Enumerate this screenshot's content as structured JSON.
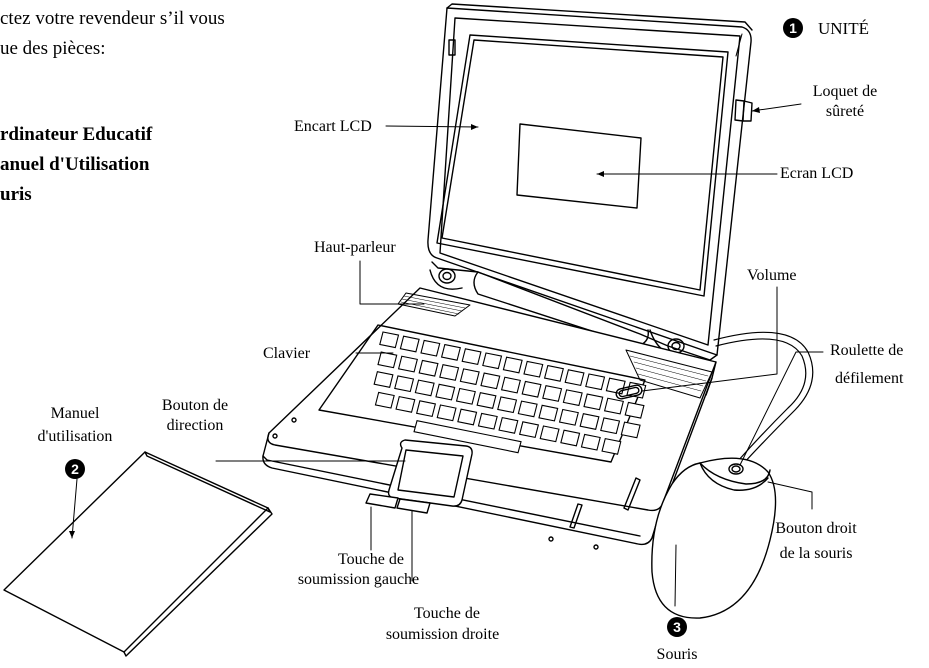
{
  "intro": {
    "line1": "ctez votre revendeur s’il vous",
    "line2": "ue des pièces:"
  },
  "contents": [
    "rdinateur Educatif",
    "anuel d'Utilisation",
    "uris"
  ],
  "badges": {
    "unit": "1",
    "manual": "2",
    "mouse": "3"
  },
  "labels": {
    "unit": "UNITÉ",
    "latch_1": "Loquet de",
    "latch_2": "sûreté",
    "lcd_insert": "Encart LCD",
    "lcd_screen": "Ecran LCD",
    "speaker": "Haut-parleur",
    "volume": "Volume",
    "keyboard": "Clavier",
    "scroll_1": "Roulette de",
    "scroll_2": "défilement",
    "manual_1": "Manuel",
    "manual_2": "d'utilisation",
    "dir_1": "Bouton de",
    "dir_2": "direction",
    "right_btn_1": "Bouton droit",
    "right_btn_2": "de la souris",
    "left_key_1": "Touche de",
    "left_key_2": "soumission gauche",
    "right_key_1": "Touche de",
    "right_key_2": "soumission droite",
    "mouse": "Souris"
  }
}
